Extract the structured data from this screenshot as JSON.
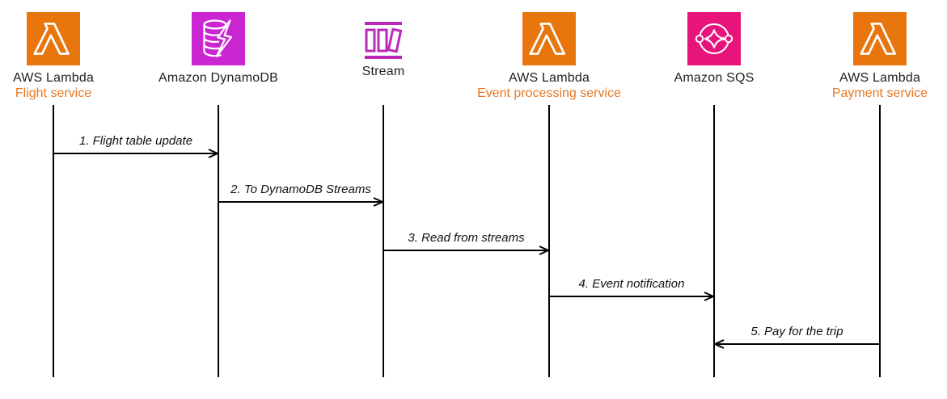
{
  "diagram": {
    "type": "sequence-diagram",
    "title": "",
    "actors": [
      {
        "icon": "aws-lambda-icon",
        "name": "AWS Lambda",
        "subtitle": "Flight service"
      },
      {
        "icon": "amazon-dynamodb-icon",
        "name": "Amazon DynamoDB",
        "subtitle": ""
      },
      {
        "icon": "dynamodb-stream-icon",
        "name": "Stream",
        "subtitle": ""
      },
      {
        "icon": "aws-lambda-icon",
        "name": "AWS Lambda",
        "subtitle": "Event processing service"
      },
      {
        "icon": "amazon-sqs-icon",
        "name": "Amazon SQS",
        "subtitle": ""
      },
      {
        "icon": "aws-lambda-icon",
        "name": "AWS Lambda",
        "subtitle": "Payment service"
      }
    ],
    "messages": [
      {
        "label": "1. Flight table update",
        "from": 0,
        "to": 1
      },
      {
        "label": "2. To DynamoDB Streams",
        "from": 1,
        "to": 2
      },
      {
        "label": "3. Read from streams",
        "from": 2,
        "to": 3
      },
      {
        "label": "4. Event notification",
        "from": 3,
        "to": 4
      },
      {
        "label": "5. Pay for the trip",
        "from": 5,
        "to": 4
      }
    ],
    "colors": {
      "lambda_orange": "#E8760D",
      "dynamodb_magenta": "#C925D1",
      "stream_magenta": "#BB29BB",
      "sqs_pink": "#E7157B",
      "subtitle_orange": "#E87722",
      "line_black": "#000000"
    }
  }
}
